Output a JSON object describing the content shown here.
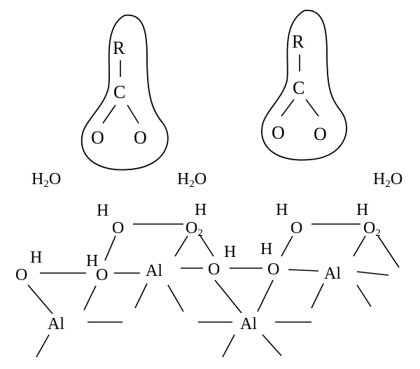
{
  "carboxylate_groups": [
    {
      "r": "R",
      "c": "C",
      "o1": "O",
      "o2": "O"
    },
    {
      "r": "R",
      "c": "C",
      "o1": "O",
      "o2": "O"
    }
  ],
  "water": [
    "H",
    "2",
    "O"
  ],
  "surface": {
    "h": "H",
    "o": "O",
    "o2_sub": "2",
    "al": "Al"
  }
}
